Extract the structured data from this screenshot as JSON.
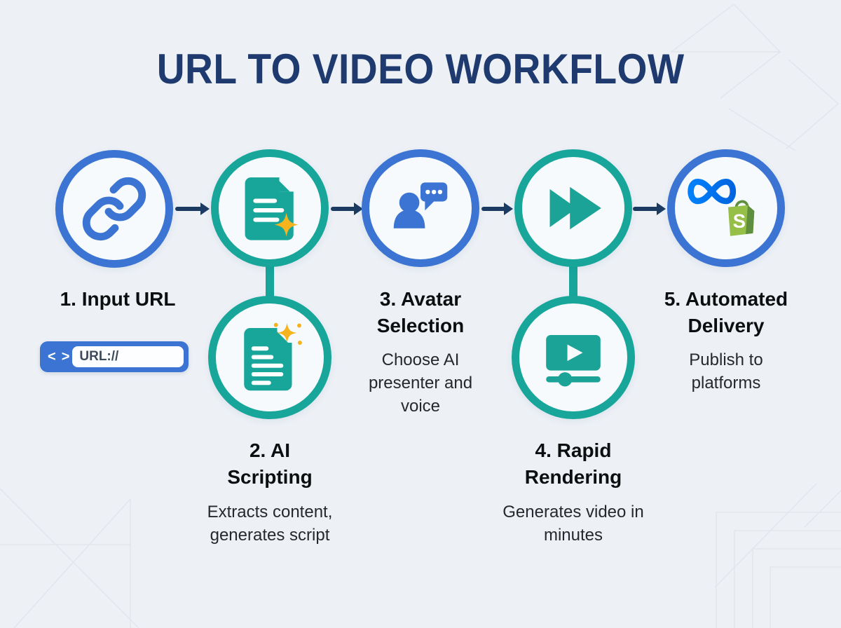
{
  "title": "URL TO VIDEO WORKFLOW",
  "steps": [
    {
      "label": "1. Input URL",
      "description": "",
      "icon": "link-icon",
      "accent": "#3b74d2"
    },
    {
      "label": "2. AI Scripting",
      "description": "Extracts content, generates script",
      "icon": "document-sparkle-icon",
      "sub_icon": "document-lines-sparkle-icon",
      "accent": "#18a69b"
    },
    {
      "label": "3. Avatar Selection",
      "description": "Choose AI presenter and voice",
      "icon": "avatar-chat-icon",
      "accent": "#3b74d2"
    },
    {
      "label": "4. Rapid Rendering",
      "description": "Generates video in minutes",
      "icon": "fast-forward-icon",
      "sub_icon": "video-player-icon",
      "accent": "#18a69b"
    },
    {
      "label": "5. Automated Delivery",
      "description": "Publish to platforms",
      "icon": "meta-shopify-icon",
      "accent": "#3b74d2"
    }
  ],
  "url_bar": {
    "chevron_left": "<",
    "chevron_right": ">",
    "value": "URL://"
  },
  "colors": {
    "background": "#edf1f6",
    "title": "#1e3a6e",
    "blue": "#3b74d2",
    "teal": "#18a69b",
    "arrow": "#1c3b63",
    "sparkle": "#f5b41d",
    "shopify_green": "#95bf47",
    "shopify_dark": "#5e8e3e",
    "meta_blue_start": "#0081fb",
    "meta_blue_end": "#0064e0"
  }
}
